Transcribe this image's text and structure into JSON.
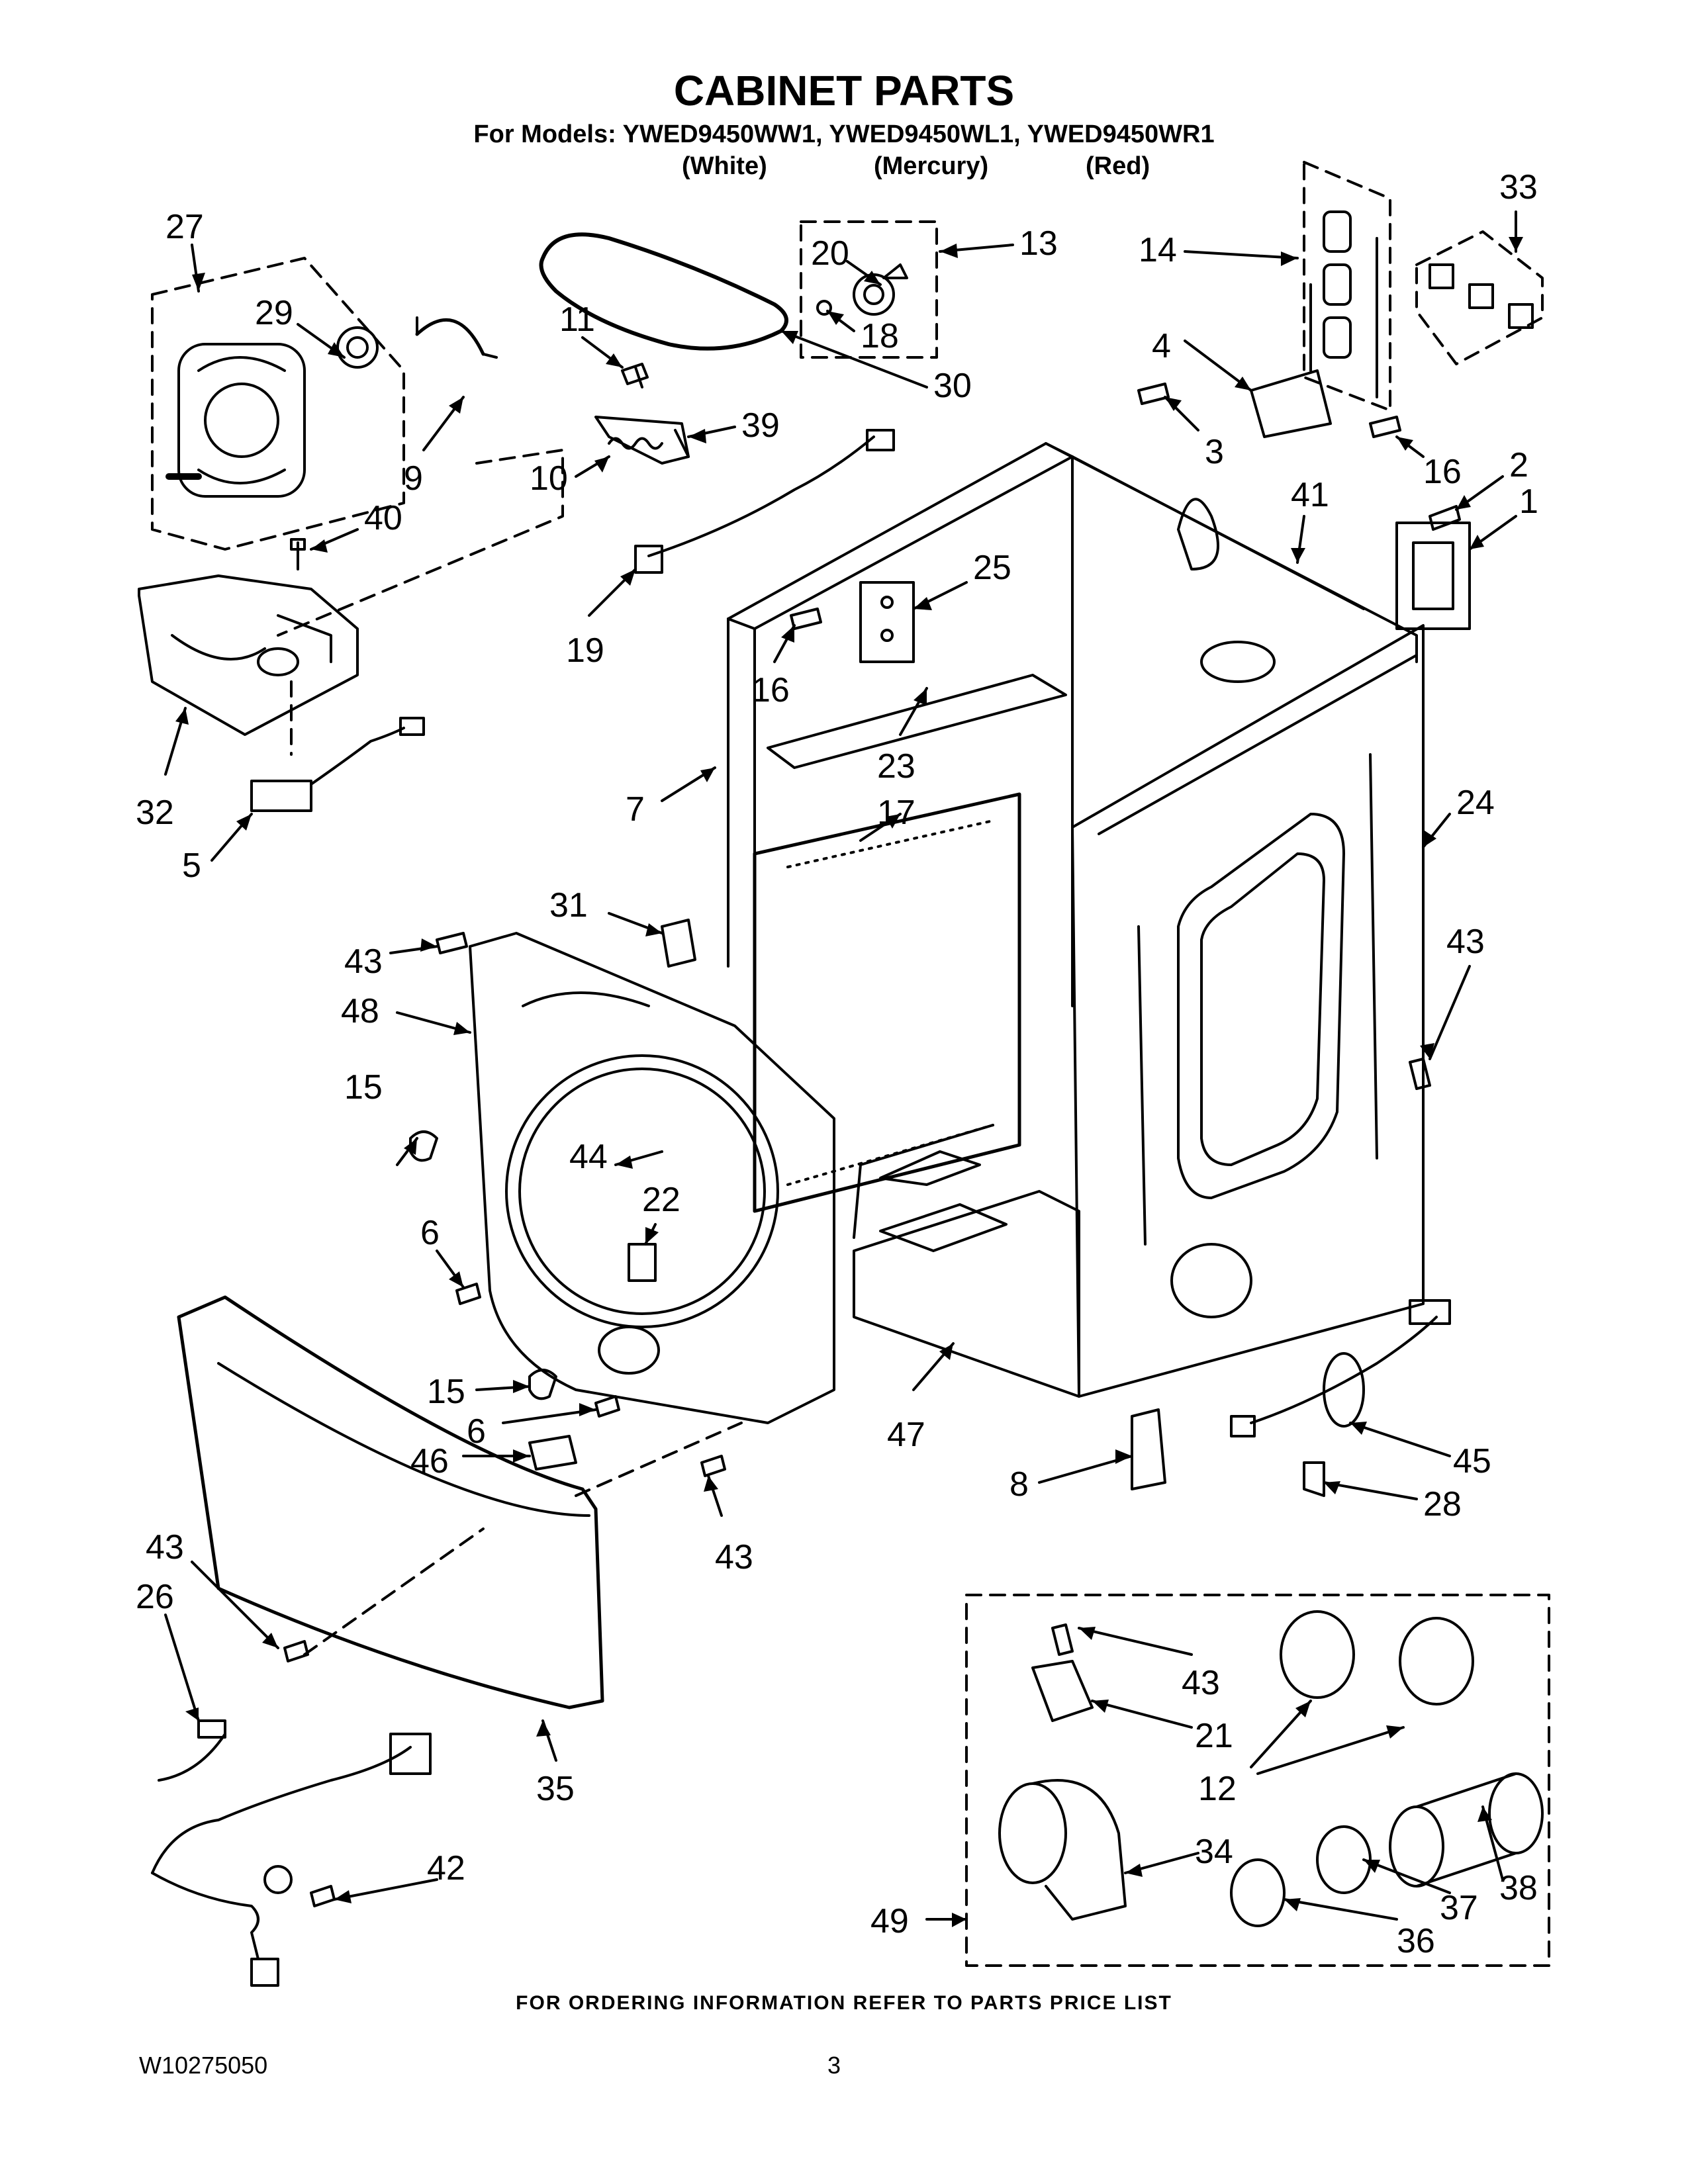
{
  "header": {
    "title": "CABINET PARTS",
    "models_line": "For Models: YWED9450WW1, YWED9450WL1, YWED9450WR1",
    "variants": [
      "(White)",
      "(Mercury)",
      "(Red)"
    ]
  },
  "callouts": [
    "27",
    "29",
    "9",
    "40",
    "32",
    "5",
    "11",
    "20",
    "13",
    "18",
    "30",
    "39",
    "10",
    "19",
    "14",
    "33",
    "4",
    "3",
    "16",
    "41",
    "2",
    "1",
    "25",
    "16",
    "23",
    "7",
    "17",
    "24",
    "31",
    "43",
    "48",
    "15",
    "44",
    "43",
    "6",
    "22",
    "15",
    "6",
    "46",
    "43",
    "47",
    "8",
    "45",
    "28",
    "43",
    "26",
    "35",
    "42",
    "43",
    "21",
    "12",
    "34",
    "38",
    "37",
    "36",
    "49"
  ],
  "footer": {
    "note": "FOR ORDERING INFORMATION REFER TO PARTS PRICE LIST",
    "doc_id": "W10275050",
    "page_number": "3"
  }
}
